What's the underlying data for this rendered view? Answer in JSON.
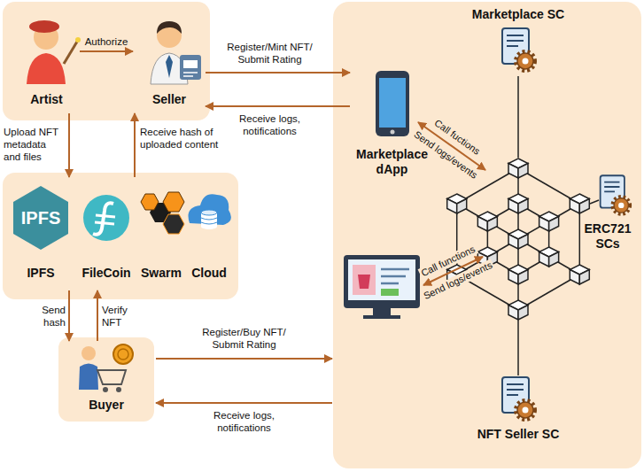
{
  "diagram": {
    "nodes": [
      {
        "text": [
          "Artist"
        ]
      },
      {
        "text": [
          "Seller"
        ]
      },
      {
        "text": [
          "IPFS",
          "IPFS"
        ]
      },
      {
        "text": [
          "FileCoin"
        ]
      },
      {
        "text": [
          "Swarm"
        ]
      },
      {
        "text": [
          "Cloud"
        ]
      },
      {
        "text": [
          "Buyer"
        ]
      },
      {
        "text": [
          "Marketplace dApp"
        ]
      },
      {
        "text": [
          "Marketplace SC"
        ]
      },
      {
        "text": [
          "ERC721 SCs"
        ]
      },
      {
        "text": [
          "NFT Seller SC"
        ]
      }
    ],
    "edges": [
      {
        "from": 0,
        "to": 1,
        "arrow": "to",
        "label": "Authorize"
      },
      {
        "from": 0,
        "to": 2,
        "arrow": "to",
        "label": "Upload NFT metadata and files"
      },
      {
        "from": 3,
        "to": 1,
        "arrow": "to",
        "label": "Receive hash of uploaded content"
      },
      {
        "from": 2,
        "to": 6,
        "arrow": "to",
        "label": "Send hash"
      },
      {
        "from": 6,
        "to": 3,
        "arrow": "to",
        "label": "Verify NFT"
      },
      {
        "from": 1,
        "to": 7,
        "arrow": "to",
        "label": "Register/Mint NFT/ Submit Rating"
      },
      {
        "from": 7,
        "to": 1,
        "arrow": "to",
        "label": "Receive logs, notifications"
      }
    ],
    "labels": [
      "Register/Buy NFT/ Submit Rating",
      "Receive logs, notifications",
      "Call fuctions",
      "Send logs/events",
      "Call functions",
      "Send logs/events"
    ]
  }
}
